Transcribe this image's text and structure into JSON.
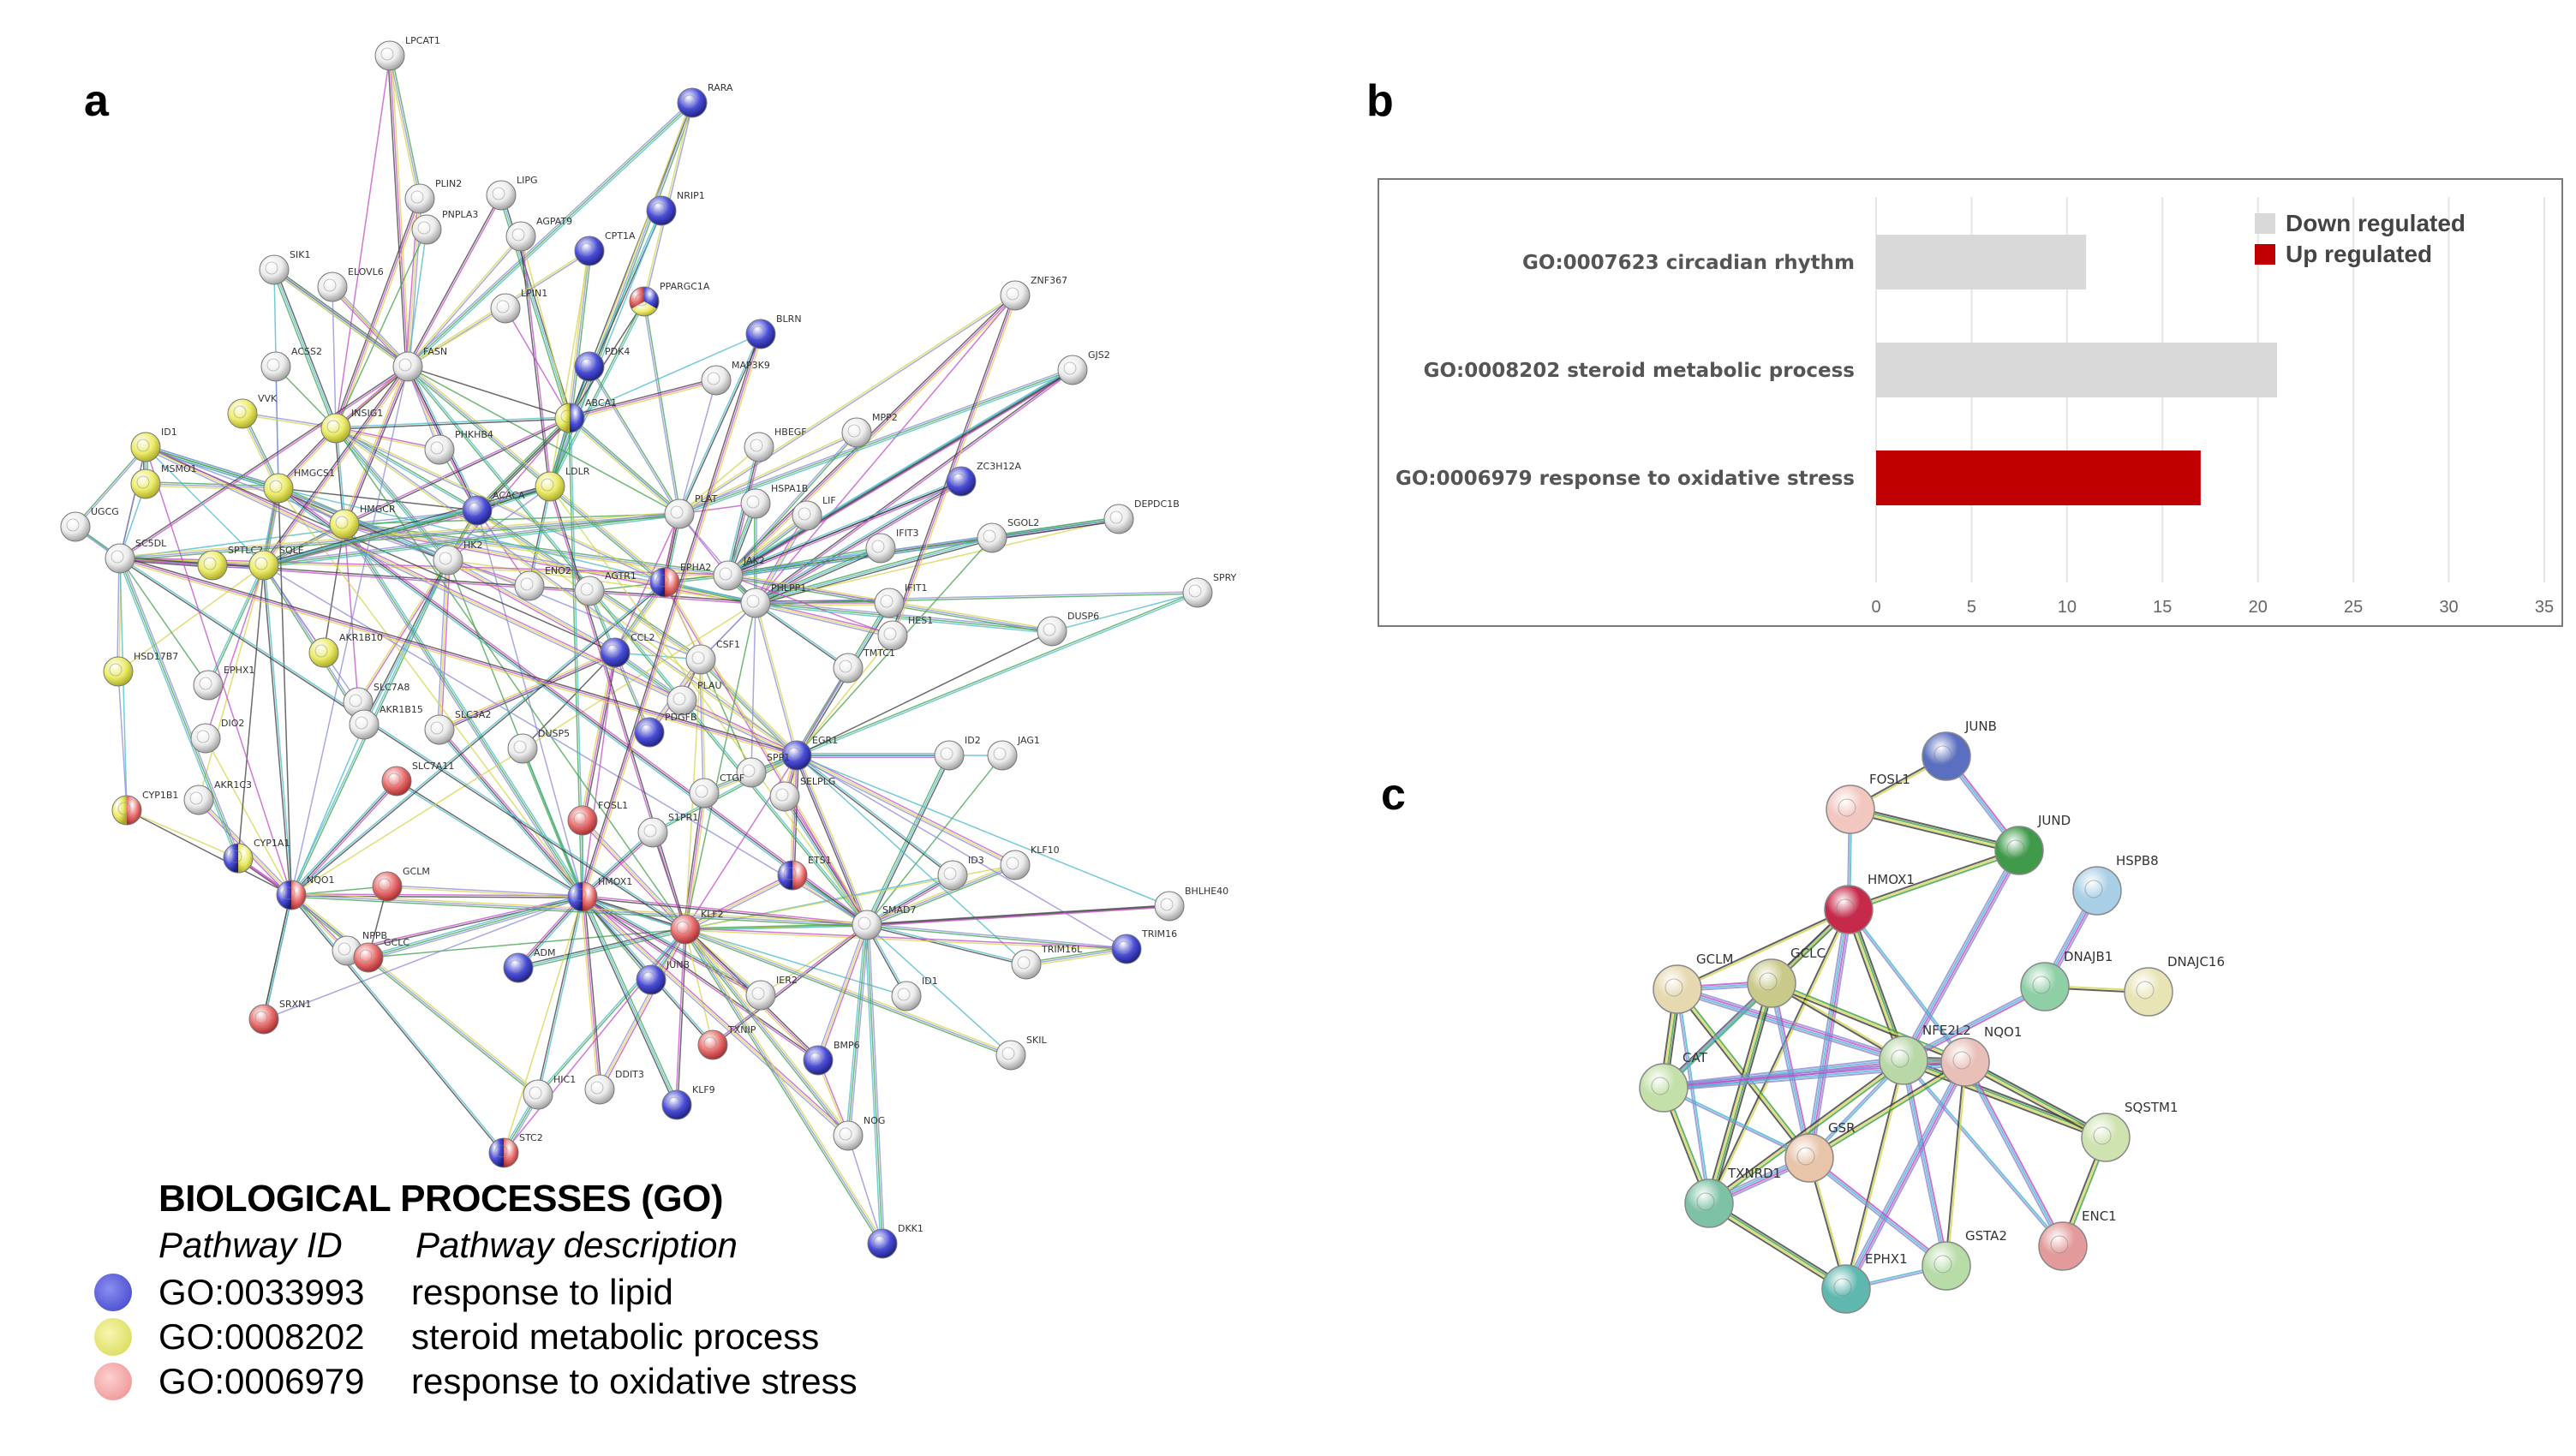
{
  "panels": {
    "a": "a",
    "b": "b",
    "c": "c"
  },
  "network_a": {
    "nodes": [
      {
        "id": "LPCAT1",
        "c": "w"
      },
      {
        "id": "RARA",
        "c": "b"
      },
      {
        "id": "PLIN2",
        "c": "w"
      },
      {
        "id": "LIPG",
        "c": "w"
      },
      {
        "id": "PNPLA3",
        "c": "w"
      },
      {
        "id": "AGPAT9",
        "c": "w"
      },
      {
        "id": "NRIP1",
        "c": "b"
      },
      {
        "id": "CPT1A",
        "c": "b"
      },
      {
        "id": "SIK1",
        "c": "w"
      },
      {
        "id": "ELOVL6",
        "c": "w"
      },
      {
        "id": "LPIN1",
        "c": "w"
      },
      {
        "id": "PPARGC1A",
        "c": "byr"
      },
      {
        "id": "ZNF367",
        "c": "w"
      },
      {
        "id": "BLRN",
        "c": "b"
      },
      {
        "id": "ACSS2",
        "c": "w"
      },
      {
        "id": "FASN",
        "c": "w"
      },
      {
        "id": "PDK4",
        "c": "b"
      },
      {
        "id": "MAP3K9",
        "c": "w"
      },
      {
        "id": "GJS2",
        "c": "w"
      },
      {
        "id": "VVK",
        "c": "y"
      },
      {
        "id": "INSIG1",
        "c": "y"
      },
      {
        "id": "ID1",
        "c": "y"
      },
      {
        "id": "PHKHB4",
        "c": "w"
      },
      {
        "id": "ABCA1",
        "c": "by"
      },
      {
        "id": "MPP2",
        "c": "w"
      },
      {
        "id": "HBEGF",
        "c": "w"
      },
      {
        "id": "MSMO1",
        "c": "y"
      },
      {
        "id": "HMGCS1",
        "c": "y"
      },
      {
        "id": "ZC3H12A",
        "c": "b"
      },
      {
        "id": "LDLR",
        "c": "y"
      },
      {
        "id": "ACACA",
        "c": "b"
      },
      {
        "id": "UGCG",
        "c": "w"
      },
      {
        "id": "HMGCR",
        "c": "y"
      },
      {
        "id": "HSPA1B",
        "c": "w"
      },
      {
        "id": "LIF",
        "c": "w"
      },
      {
        "id": "DEPDC1B",
        "c": "w"
      },
      {
        "id": "SGOL2",
        "c": "w"
      },
      {
        "id": "SC5DL",
        "c": "w"
      },
      {
        "id": "SPTLC2",
        "c": "y"
      },
      {
        "id": "SQLE",
        "c": "y"
      },
      {
        "id": "PLAT",
        "c": "w"
      },
      {
        "id": "IFIT3",
        "c": "w"
      },
      {
        "id": "HK2",
        "c": "w"
      },
      {
        "id": "ENO2",
        "c": "w"
      },
      {
        "id": "AGTR1",
        "c": "w"
      },
      {
        "id": "EPHA2",
        "c": "rb"
      },
      {
        "id": "JAK2",
        "c": "w"
      },
      {
        "id": "PHLPP1",
        "c": "w"
      },
      {
        "id": "IFIT1",
        "c": "w"
      },
      {
        "id": "SPRY",
        "c": "w"
      },
      {
        "id": "HES1",
        "c": "w"
      },
      {
        "id": "DUSP6",
        "c": "w"
      },
      {
        "id": "HSD17B7",
        "c": "y"
      },
      {
        "id": "AKR1B10",
        "c": "y"
      },
      {
        "id": "CCL2",
        "c": "b"
      },
      {
        "id": "CSF1",
        "c": "w"
      },
      {
        "id": "TMTC1",
        "c": "w"
      },
      {
        "id": "EPHX1",
        "c": "w"
      },
      {
        "id": "SLC7A8",
        "c": "w"
      },
      {
        "id": "AKR1B15",
        "c": "w"
      },
      {
        "id": "SLC3A2",
        "c": "w"
      },
      {
        "id": "PLAU",
        "c": "w"
      },
      {
        "id": "PDGFB",
        "c": "b"
      },
      {
        "id": "DIO2",
        "c": "w"
      },
      {
        "id": "DUSP5",
        "c": "w"
      },
      {
        "id": "EGR1",
        "c": "b"
      },
      {
        "id": "ID2",
        "c": "w"
      },
      {
        "id": "JAG1",
        "c": "w"
      },
      {
        "id": "AKR1C3",
        "c": "w"
      },
      {
        "id": "SLC7A11",
        "c": "r"
      },
      {
        "id": "SPP1",
        "c": "w"
      },
      {
        "id": "SELPLG",
        "c": "w"
      },
      {
        "id": "CYP1B1",
        "c": "ry"
      },
      {
        "id": "FOSL1",
        "c": "r"
      },
      {
        "id": "S1PR1",
        "c": "w"
      },
      {
        "id": "CTGF",
        "c": "w"
      },
      {
        "id": "CYP1A1",
        "c": "yb"
      },
      {
        "id": "ETS1",
        "c": "rb"
      },
      {
        "id": "ID3",
        "c": "w"
      },
      {
        "id": "KLF10",
        "c": "w"
      },
      {
        "id": "NQO1",
        "c": "rb"
      },
      {
        "id": "GCLM",
        "c": "r"
      },
      {
        "id": "HMOX1",
        "c": "rb"
      },
      {
        "id": "BHLHE40",
        "c": "w"
      },
      {
        "id": "SMAD7",
        "c": "w"
      },
      {
        "id": "NPPB",
        "c": "w"
      },
      {
        "id": "GCLC",
        "c": "r"
      },
      {
        "id": "KLF2",
        "c": "r"
      },
      {
        "id": "TRIM16L",
        "c": "w"
      },
      {
        "id": "TRIM16",
        "c": "b"
      },
      {
        "id": "ADM",
        "c": "b"
      },
      {
        "id": "JUNB",
        "c": "b"
      },
      {
        "id": "IER2",
        "c": "w"
      },
      {
        "id": "ID1b",
        "c": "w",
        "label": "ID1"
      },
      {
        "id": "SRXN1",
        "c": "r"
      },
      {
        "id": "TXNIP",
        "c": "r"
      },
      {
        "id": "SKIL",
        "c": "w"
      },
      {
        "id": "BMP6",
        "c": "b"
      },
      {
        "id": "HIC1",
        "c": "w"
      },
      {
        "id": "DDIT3",
        "c": "w"
      },
      {
        "id": "KLF9",
        "c": "b"
      },
      {
        "id": "NOG",
        "c": "w"
      },
      {
        "id": "STC2",
        "c": "rb"
      },
      {
        "id": "DKK1",
        "c": "b"
      }
    ]
  },
  "legend": {
    "title": "BIOLOGICAL  PROCESSES (GO)",
    "col_id": "Pathway ID",
    "col_desc": "Pathway description",
    "rows": [
      {
        "id": "GO:0033993",
        "desc": "response to lipid",
        "color": "#4b4fd8"
      },
      {
        "id": "GO:0008202",
        "desc": "steroid metabolic process",
        "color": "#e4e46a"
      },
      {
        "id": "GO:0006979",
        "desc": "response to oxidative stress",
        "color": "#f4a0a0"
      }
    ]
  },
  "chart_data": {
    "type": "bar",
    "orientation": "horizontal",
    "categories": [
      "GO:0007623 circadian rhythm",
      "GO:0008202 steroid metabolic process",
      "GO:0006979 response to oxidative stress"
    ],
    "values": [
      11,
      21,
      17
    ],
    "bar_series": [
      "Down regulated",
      "Down regulated",
      "Up regulated"
    ],
    "xticks": [
      0,
      5,
      10,
      15,
      20,
      25,
      30,
      35
    ],
    "xlim": [
      0,
      35
    ],
    "grid": true,
    "legend_position": "top-right",
    "series": [
      {
        "name": "Down regulated",
        "color": "#d9d9d9"
      },
      {
        "name": "Up regulated",
        "color": "#c00000"
      }
    ]
  },
  "network_c": {
    "nodes": [
      {
        "id": "JUNB",
        "color": "#5a6fc0"
      },
      {
        "id": "FOSL1",
        "color": "#f2c7c0"
      },
      {
        "id": "JUND",
        "color": "#3f9a4a"
      },
      {
        "id": "HMOX1",
        "color": "#c62a4a"
      },
      {
        "id": "HSPB8",
        "color": "#a9cfe6"
      },
      {
        "id": "GCLM",
        "color": "#e6d9b0"
      },
      {
        "id": "GCLC",
        "color": "#c9c98a"
      },
      {
        "id": "DNAJB1",
        "color": "#8fcfa6"
      },
      {
        "id": "DNAJC16",
        "color": "#e8e4b6"
      },
      {
        "id": "NFE2L2",
        "color": "#b8d8a8"
      },
      {
        "id": "NQO1",
        "color": "#e8c0b8"
      },
      {
        "id": "CAT",
        "color": "#c3e0a8"
      },
      {
        "id": "SQSTM1",
        "color": "#cfe3b0"
      },
      {
        "id": "GSR",
        "color": "#e8c4a8"
      },
      {
        "id": "TXNRD1",
        "color": "#7ec2a6"
      },
      {
        "id": "ENC1",
        "color": "#e39a9a"
      },
      {
        "id": "GSTA2",
        "color": "#b8dca8"
      },
      {
        "id": "EPHX1",
        "color": "#5fb8b0"
      }
    ]
  }
}
